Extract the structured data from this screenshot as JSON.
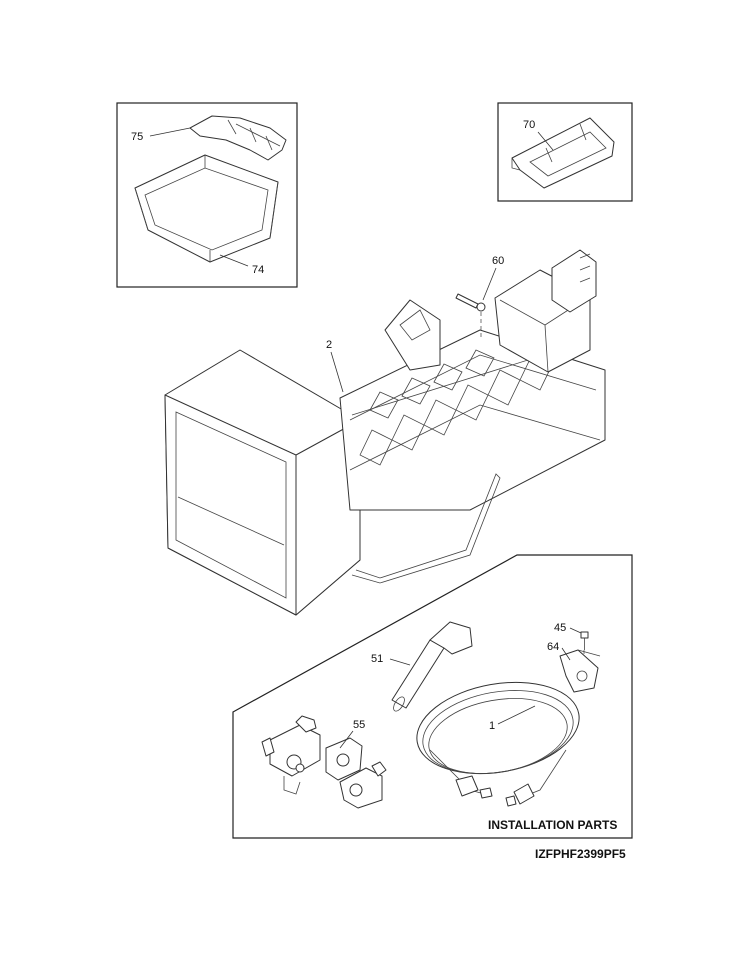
{
  "callouts": {
    "p75": "75",
    "p74": "74",
    "p70": "70",
    "p60": "60",
    "p2": "2",
    "p45": "45",
    "p64": "64",
    "p51": "51",
    "p1": "1",
    "p55": "55"
  },
  "installation_label": "INSTALLATION PARTS",
  "figure_code": "IZFPHF2399PF5"
}
